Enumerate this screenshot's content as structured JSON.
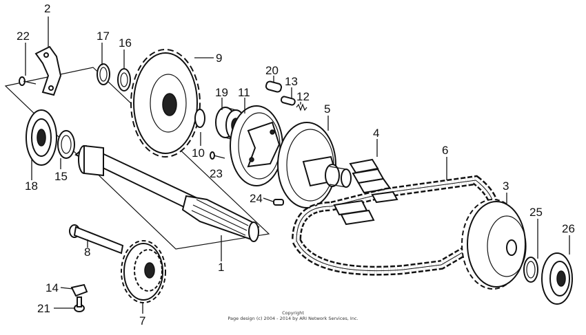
{
  "callouts": [
    {
      "id": "1",
      "label": "1"
    },
    {
      "id": "2",
      "label": "2"
    },
    {
      "id": "3",
      "label": "3"
    },
    {
      "id": "4",
      "label": "4"
    },
    {
      "id": "5",
      "label": "5"
    },
    {
      "id": "6",
      "label": "6"
    },
    {
      "id": "7",
      "label": "7"
    },
    {
      "id": "8",
      "label": "8"
    },
    {
      "id": "9",
      "label": "9"
    },
    {
      "id": "10",
      "label": "10"
    },
    {
      "id": "11",
      "label": "11"
    },
    {
      "id": "12",
      "label": "12"
    },
    {
      "id": "13",
      "label": "13"
    },
    {
      "id": "14",
      "label": "14"
    },
    {
      "id": "15",
      "label": "15"
    },
    {
      "id": "16",
      "label": "16"
    },
    {
      "id": "17",
      "label": "17"
    },
    {
      "id": "18",
      "label": "18"
    },
    {
      "id": "19",
      "label": "19"
    },
    {
      "id": "20",
      "label": "20"
    },
    {
      "id": "21",
      "label": "21"
    },
    {
      "id": "22",
      "label": "22"
    },
    {
      "id": "23",
      "label": "23"
    },
    {
      "id": "24",
      "label": "24"
    },
    {
      "id": "25",
      "label": "25"
    },
    {
      "id": "26",
      "label": "26"
    }
  ],
  "copyright": {
    "line1": "Copyright",
    "line2": "Page design (c) 2004 - 2014 by ARI Network Services, Inc."
  }
}
